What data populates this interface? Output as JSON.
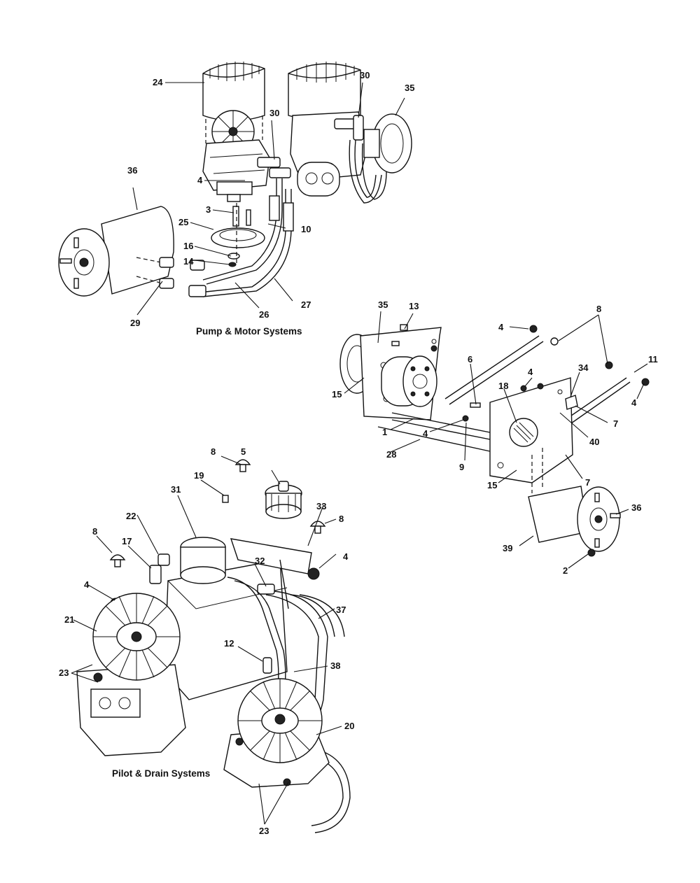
{
  "captions": {
    "pump_motor": "Pump & Motor Systems",
    "pilot_drain": "Pilot & Drain Systems"
  },
  "callouts": {
    "c24": "24",
    "c30a": "30",
    "c30b": "30",
    "c35a": "35",
    "c36a": "36",
    "c4a": "4",
    "c3": "3",
    "c25": "25",
    "c10": "10",
    "c16": "16",
    "c14": "14",
    "c29": "29",
    "c26": "26",
    "c27": "27",
    "c35b": "35",
    "c13": "13",
    "c4b": "4",
    "c8a": "8",
    "c11": "11",
    "c4c": "4",
    "c34": "34",
    "c6": "6",
    "c18": "18",
    "c4d": "4",
    "c7a": "7",
    "c40": "40",
    "c15a": "15",
    "c1": "1",
    "c4e": "4",
    "c28": "28",
    "c9": "9",
    "c15b": "15",
    "c7b": "7",
    "c36b": "36",
    "c39": "39",
    "c2": "2",
    "c8b": "8",
    "c5": "5",
    "c19": "19",
    "c31": "31",
    "c33": "33",
    "c8c": "8",
    "c22": "22",
    "c8d": "8",
    "c17": "17",
    "c4f": "4",
    "c32": "32",
    "c4g": "4",
    "c37": "37",
    "c21": "21",
    "c12": "12",
    "c23a": "23",
    "c38": "38",
    "c20": "20",
    "c23b": "23"
  }
}
